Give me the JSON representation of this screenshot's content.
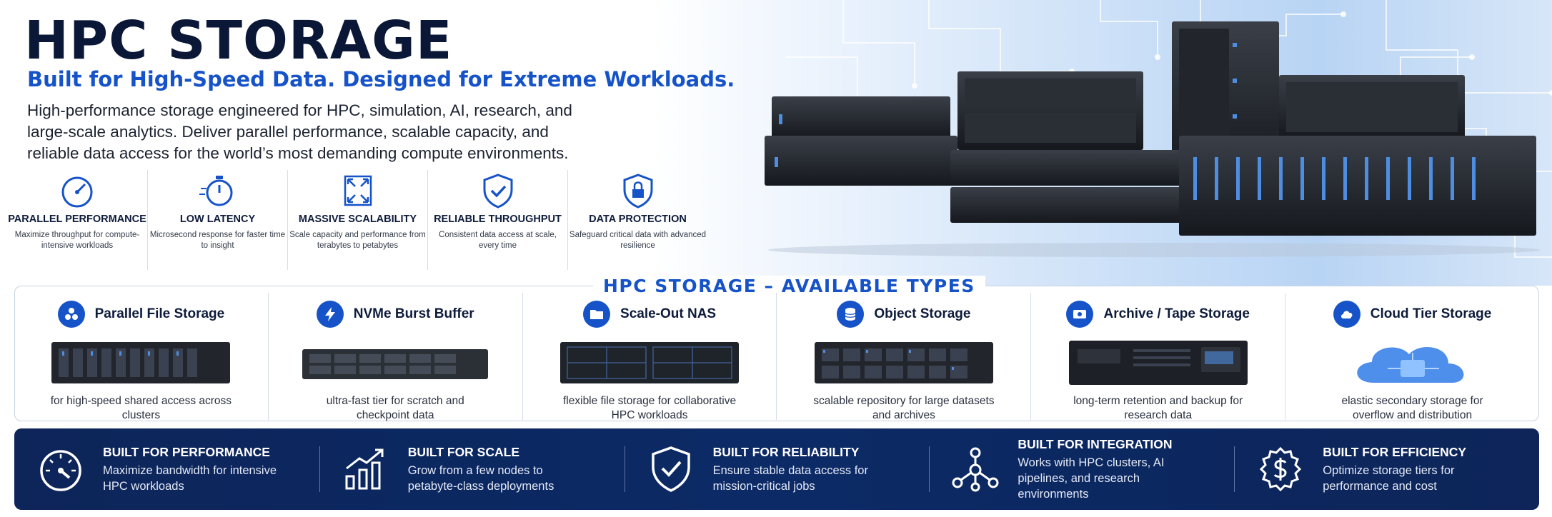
{
  "hero": {
    "title": "HPC STORAGE",
    "subtitle": "Built for High-Speed Data. Designed for Extreme Workloads.",
    "intro": "High-performance storage engineered for HPC, simulation, AI, research, and large-scale analytics. Deliver parallel performance, scalable capacity, and reliable data access for the world’s most demanding compute environments."
  },
  "features": [
    {
      "icon": "speedometer-icon",
      "title": "Parallel Performance",
      "desc": "Maximize throughput for compute-intensive workloads"
    },
    {
      "icon": "stopwatch-icon",
      "title": "Low Latency",
      "desc": "Microsecond response for faster time to insight"
    },
    {
      "icon": "expand-arrows-icon",
      "title": "Massive Scalability",
      "desc": "Scale capacity and performance from terabytes to petabytes"
    },
    {
      "icon": "shield-check-icon",
      "title": "Reliable Throughput",
      "desc": "Consistent data access at scale, every time"
    },
    {
      "icon": "shield-lock-icon",
      "title": "Data Protection",
      "desc": "Safeguard critical data with advanced resilience"
    }
  ],
  "types_section": {
    "title": "HPC STORAGE – AVAILABLE TYPES",
    "items": [
      {
        "icon": "cluster-dots-icon",
        "name": "Parallel File Storage",
        "desc": "for high-speed shared access across clusters"
      },
      {
        "icon": "lightning-icon",
        "name": "NVMe Burst Buffer",
        "desc": "ultra-fast tier for scratch and checkpoint data"
      },
      {
        "icon": "folder-icon",
        "name": "Scale-Out NAS",
        "desc": "flexible file storage for collaborative HPC workloads"
      },
      {
        "icon": "database-icon",
        "name": "Object Storage",
        "desc": "scalable repository for large datasets and archives"
      },
      {
        "icon": "tape-icon",
        "name": "Archive / Tape Storage",
        "desc": "long-term retention and backup for research data"
      },
      {
        "icon": "cloud-icon",
        "name": "Cloud Tier Storage",
        "desc": "elastic secondary storage for overflow and distribution"
      }
    ]
  },
  "bottom_bar": [
    {
      "icon": "gauge-icon",
      "title": "Built for Performance",
      "desc": "Maximize bandwidth for intensive HPC workloads"
    },
    {
      "icon": "growth-chart-icon",
      "title": "Built for Scale",
      "desc": "Grow from a few nodes to petabyte-class deployments"
    },
    {
      "icon": "shield-check-icon",
      "title": "Built for Reliability",
      "desc": "Ensure stable data access for mission-critical jobs"
    },
    {
      "icon": "network-nodes-icon",
      "title": "Built for Integration",
      "desc": "Works with HPC clusters, AI pipelines, and research environments"
    },
    {
      "icon": "dollar-gear-icon",
      "title": "Built for Efficiency",
      "desc": "Optimize storage tiers for performance and cost"
    }
  ],
  "colors": {
    "accent": "#1653c9",
    "navy": "#0d2559",
    "dark_text": "#0b1737"
  }
}
